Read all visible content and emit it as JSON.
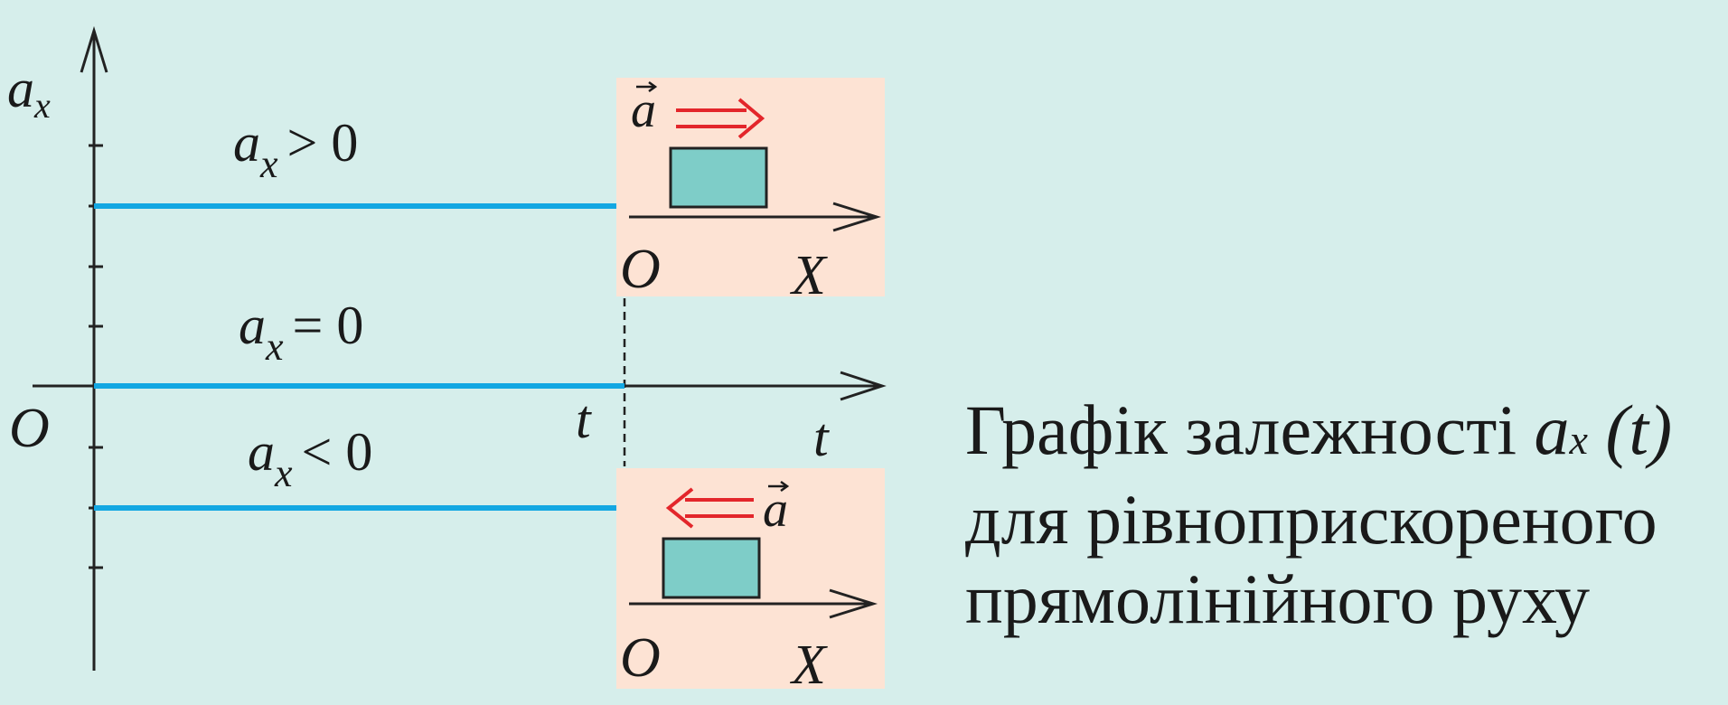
{
  "diagram": {
    "y_axis_label": "a",
    "y_axis_sub": "x",
    "origin_label": "O",
    "t_marker_label": "t",
    "t_axis_label": "t",
    "lines": [
      {
        "lhs": "a",
        "sub": "x",
        "rel": "> 0"
      },
      {
        "lhs": "a",
        "sub": "x",
        "rel": "= 0"
      },
      {
        "lhs": "a",
        "sub": "x",
        "rel": "< 0"
      }
    ],
    "top_box": {
      "vector": "a",
      "origin": "O",
      "axis": "X"
    },
    "bottom_box": {
      "vector": "a",
      "origin": "O",
      "axis": "X"
    }
  },
  "caption": {
    "line1": "Графік залежності",
    "math_var": "a",
    "math_sub": "x",
    "math_arg": "(t)",
    "line2": "для рівноприскореного",
    "line3": "прямолінійного руху"
  },
  "colors": {
    "background": "#d6eeeb",
    "graph_line": "#13a7e2",
    "box_fill": "#fde3d4",
    "block_fill": "#7ecdc8",
    "arrow_red": "#e3262b",
    "axis": "#222222"
  }
}
